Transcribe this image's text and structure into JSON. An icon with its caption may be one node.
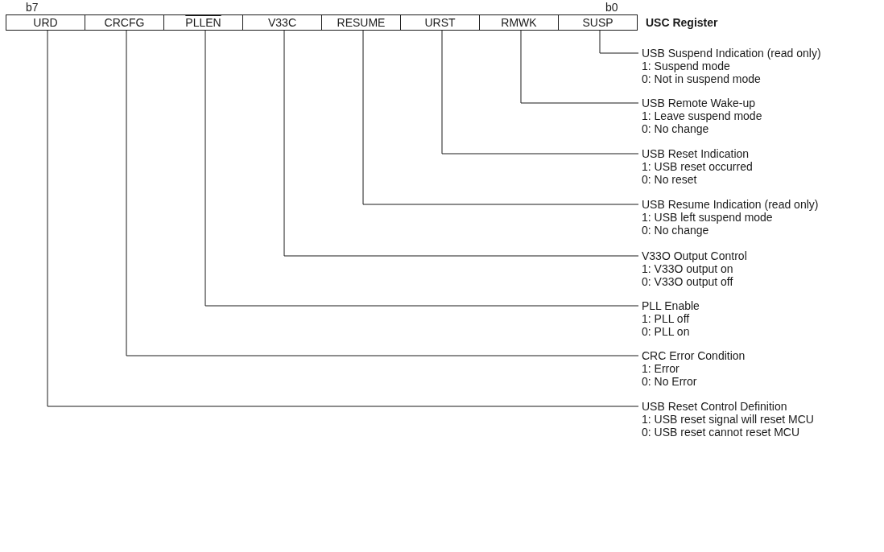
{
  "diagram": {
    "nodes": [
      {
        "text": [
          "URD"
        ]
      },
      {
        "text": [
          "CRCFG"
        ]
      },
      {
        "text": [
          "PLLEN"
        ]
      },
      {
        "text": [
          "V33C"
        ]
      },
      {
        "text": [
          "RESUME"
        ]
      },
      {
        "text": [
          "URST"
        ]
      },
      {
        "text": [
          "RMWK"
        ]
      },
      {
        "text": [
          "SUSP"
        ]
      },
      {
        "text": [
          "USB Suspend Indication (read only)",
          "1: Suspend mode",
          "0: Not in suspend mode"
        ]
      },
      {
        "text": [
          "USB Remote Wake-up",
          "1: Leave suspend mode",
          "0: No change"
        ]
      },
      {
        "text": [
          "USB Reset Indication",
          "1: USB reset occurred",
          "0: No reset"
        ]
      },
      {
        "text": [
          "USB Resume Indication (read only)",
          "1: USB left suspend mode",
          "0: No change"
        ]
      },
      {
        "text": [
          "V33O Output Control",
          "1: V33O output on",
          "0: V33O output off"
        ]
      },
      {
        "text": [
          "PLL Enable",
          "1: PLL off",
          "0: PLL on"
        ]
      },
      {
        "text": [
          "CRC Error Condition",
          "1: Error",
          "0: No Error"
        ]
      },
      {
        "text": [
          "USB Reset Control Definition",
          "1: USB reset signal will reset MCU",
          "0: USB reset cannot reset MCU"
        ]
      }
    ],
    "edges": [
      {
        "from": 7,
        "to": 8,
        "arrow": "none"
      },
      {
        "from": 6,
        "to": 9,
        "arrow": "none"
      },
      {
        "from": 5,
        "to": 10,
        "arrow": "none"
      },
      {
        "from": 4,
        "to": 11,
        "arrow": "none"
      },
      {
        "from": 3,
        "to": 12,
        "arrow": "none"
      },
      {
        "from": 2,
        "to": 13,
        "arrow": "none"
      },
      {
        "from": 1,
        "to": 14,
        "arrow": "none"
      },
      {
        "from": 0,
        "to": 15,
        "arrow": "none"
      }
    ],
    "labels": [
      "b7",
      "b0",
      "USC Register"
    ]
  }
}
